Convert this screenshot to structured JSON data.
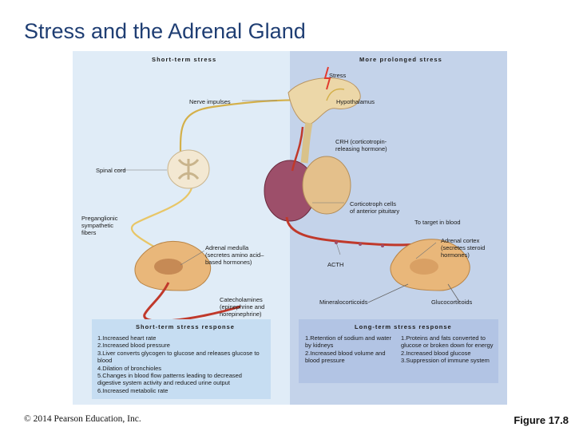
{
  "title": "Stress and the Adrenal Gland",
  "headers": {
    "short_term": "Short-term stress",
    "prolonged": "More prolonged stress"
  },
  "labels": {
    "stress": "Stress",
    "nerve_impulses": "Nerve impulses",
    "hypothalamus": "Hypothalamus",
    "crh": "CRH (corticotropin-\nreleasing hormone)",
    "spinal_cord": "Spinal cord",
    "corticotroph": "Corticotroph cells\nof anterior pituitary",
    "to_target": "To target in blood",
    "preganglionic": "Preganglionic\nsympathetic\nfibers",
    "adrenal_medulla": "Adrenal medulla\n(secretes amino acid–\nbased hormones)",
    "adrenal_cortex": "Adrenal cortex\n(secretes steroid\nhormones)",
    "acth": "ACTH",
    "catecholamines": "Catecholamines\n(epinephrine and\nnorepinephrine)",
    "mineralocorticoids": "Mineralocorticoids",
    "glucocorticoids": "Glucocorticoids"
  },
  "short_term_response": {
    "title": "Short-term stress response",
    "items": [
      "1.Increased heart rate",
      "2.Increased blood pressure",
      "3.Liver converts glycogen to glucose and releases glucose to blood",
      "4.Dilation of bronchioles",
      "5.Changes in blood flow patterns leading to decreased digestive system activity and reduced urine output",
      "6.Increased metabolic rate"
    ]
  },
  "long_term_response": {
    "title": "Long-term stress response",
    "mineralocorticoid_items": [
      "1.Retention of sodium and water by kidneys",
      "2.Increased blood volume and blood pressure"
    ],
    "glucocorticoid_items": [
      "1.Proteins and fats converted to glucose or broken down for energy",
      "2.Increased blood glucose",
      "3.Suppression of immune system"
    ]
  },
  "copyright": "© 2014 Pearson Education, Inc.",
  "figure_label": "Figure 17.8",
  "colors": {
    "left_panel": "#e0ecf7",
    "right_panel": "#c4d3ea",
    "nerve": "#e8c667",
    "blood_vessel": "#c0392b",
    "title": "#1f3e73"
  }
}
